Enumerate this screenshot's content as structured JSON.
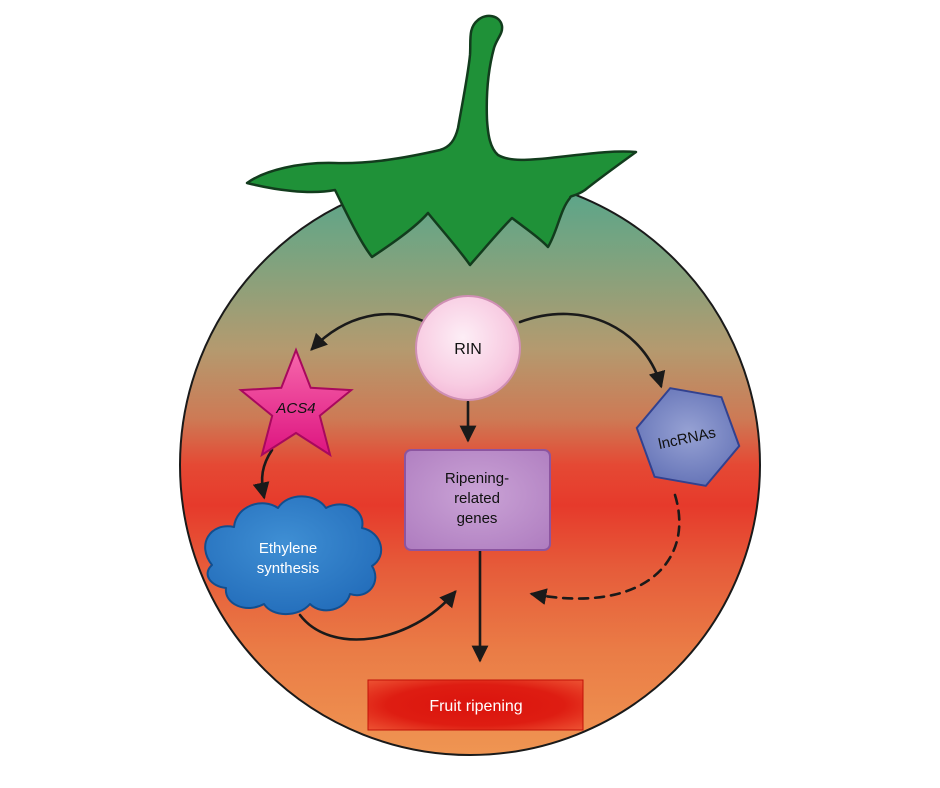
{
  "figure": {
    "nodes": {
      "rin": {
        "label": "RIN"
      },
      "acs4": {
        "label": "ACS4"
      },
      "lncrnas": {
        "label": "lncRNAs"
      },
      "ripening_genes": {
        "line1": "Ripening-",
        "line2": "related",
        "line3": "genes"
      },
      "ethylene": {
        "line1": "Ethylene",
        "line2": "synthesis"
      },
      "fruit_ripening": {
        "label": "Fruit ripening"
      }
    },
    "colors": {
      "stem_green": "#1f9138",
      "tomato_top_teal": "#52a68c",
      "tomato_mid_red": "#e63a2b",
      "tomato_bottom_orange": "#ef9552",
      "rin_pink": "#f6c2dd",
      "acs4_magenta": "#e9238b",
      "lncrnas_blue": "#6273b8",
      "genes_purple": "#b27cc1",
      "ethylene_blue": "#2373c4",
      "fruit_red": "#e2180f",
      "arrow_black": "#1a1a1a"
    }
  }
}
